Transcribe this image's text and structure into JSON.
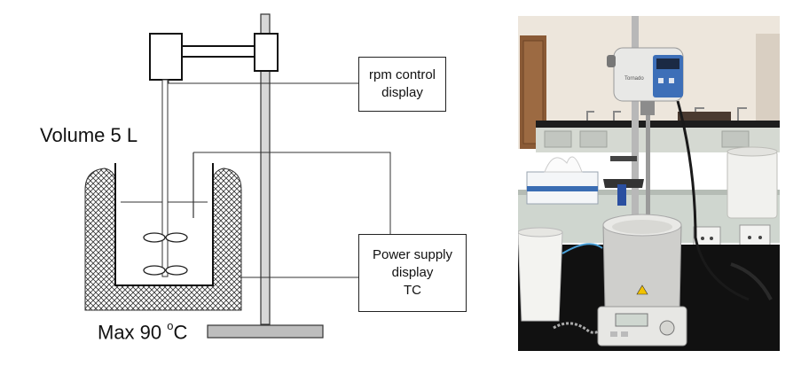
{
  "diagram": {
    "volume_label": "Volume 5 L",
    "max_temp_prefix": "Max 90 ",
    "max_temp_degree": "o",
    "max_temp_unit": "C",
    "rpm_box": {
      "line1": "rpm control",
      "line2": "display"
    },
    "power_box": {
      "line1": "Power supply",
      "line2": "display",
      "line3": "TC"
    }
  },
  "photo": {
    "device_label": "Tornado",
    "colors": {
      "wall": "#ede6dc",
      "bench": "#cfd6cf",
      "heater": "#cfcfcc",
      "controller_blue": "#3d6fb8",
      "floor": "#111111"
    }
  }
}
